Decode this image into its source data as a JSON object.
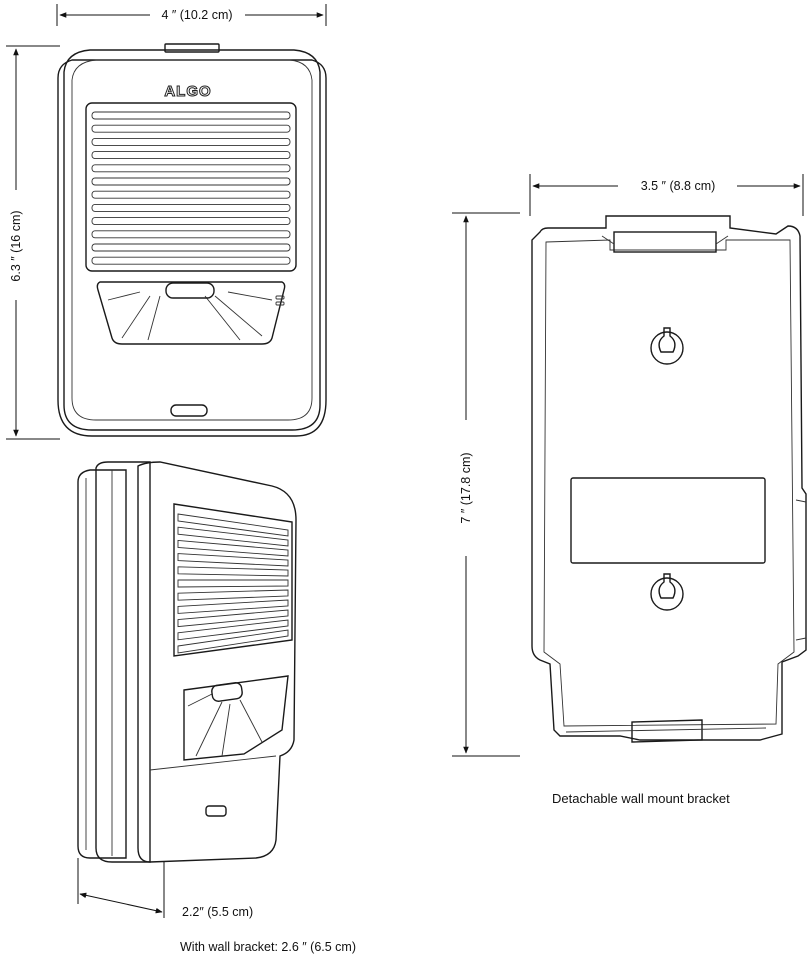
{
  "front_view": {
    "logo": "ALGO",
    "width_label": "4 ″ (10.2 cm)",
    "height_label": "6.3 ″ (16 cm)"
  },
  "side_view": {
    "depth_label": "2.2″ (5.5 cm)",
    "bracket_depth_label": "With wall bracket: 2.6 ″ (6.5 cm)"
  },
  "bracket_view": {
    "width_label": "3.5 ″ (8.8 cm)",
    "height_label": "7 ″ (17.8 cm)",
    "caption": "Detachable wall mount bracket"
  }
}
